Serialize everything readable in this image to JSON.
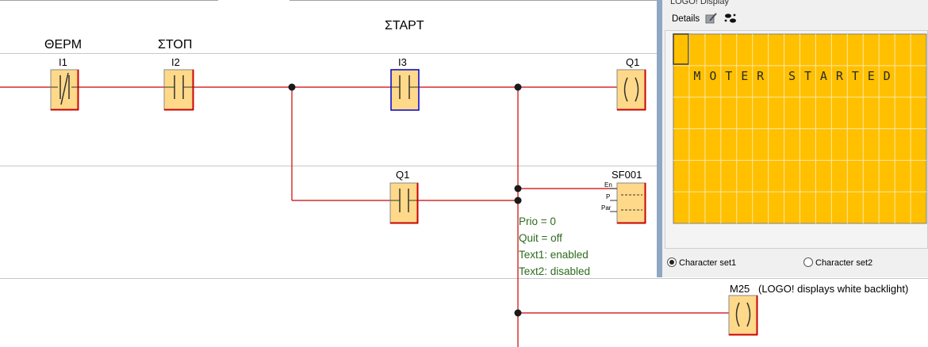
{
  "ladder": {
    "headers": {
      "therm": "ΘΕΡΜ",
      "stop": "ΣΤΟΠ",
      "start": "ΣΤΑΡΤ"
    },
    "contacts": {
      "i1": "I1",
      "i2": "I2",
      "i3": "I3",
      "q1_contact": "Q1",
      "q1_coil": "Q1",
      "sf001": "SF001",
      "m25": "M25",
      "m25_note": "(LOGO! displays white backlight)"
    },
    "sf001_pins": {
      "en": "En",
      "p": "P",
      "par": "Par"
    },
    "sf001_params": {
      "prio": "Prio = 0",
      "quit": "Quit = off",
      "text1": "Text1: enabled",
      "text2": "Text2: disabled"
    }
  },
  "logo_display": {
    "title": "LOGO! Display",
    "details_label": "Details",
    "lcd_text": "MOTER STARTED",
    "lcd_bg_color": "#ffc000",
    "charset1": "Character set1",
    "charset2": "Character set2",
    "selected_charset": "Character set1"
  },
  "colors": {
    "wire": "#cc0000",
    "block_fill": "#ffd98a",
    "selected_border": "#0000cc"
  }
}
